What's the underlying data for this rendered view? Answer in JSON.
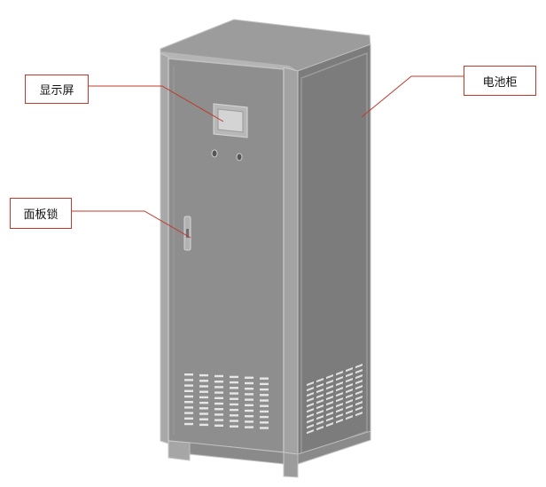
{
  "labels": {
    "display_screen": "显示屏",
    "battery_cabinet": "电池柜",
    "panel_lock": "面板锁"
  },
  "colors": {
    "leader_line": "#c0392b",
    "cabinet_front": "#8e8e8e",
    "cabinet_side": "#7b7b7b",
    "cabinet_top": "#9a9a9a",
    "edge": "#c8c8c8"
  }
}
